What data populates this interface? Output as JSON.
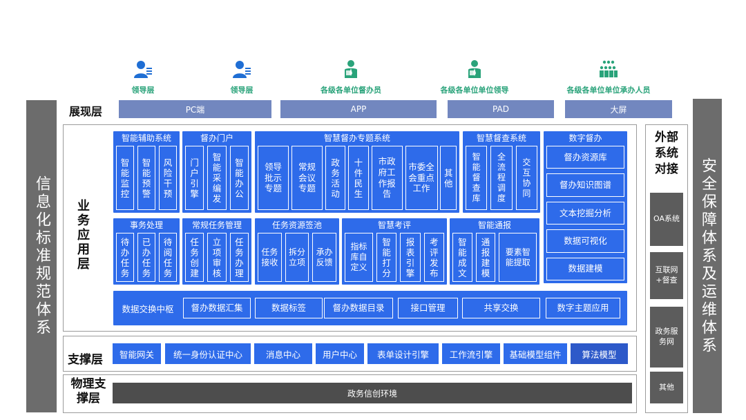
{
  "left_pillar": "信息化标准规范体系",
  "right_pillar": "安全保障体系及运维体系",
  "users": [
    {
      "icon": "leader-icon",
      "label": "领导层"
    },
    {
      "icon": "leader-icon",
      "label": "领导层"
    },
    {
      "icon": "supervisor-icon",
      "label": "各级各单位督办员"
    },
    {
      "icon": "supervisor-icon",
      "label": "各级各单位单位领导"
    },
    {
      "icon": "staff-group-icon",
      "label": "各级各单位单位承办人员"
    }
  ],
  "presentation": {
    "title": "展现层",
    "channels": [
      "PC端",
      "APP",
      "PAD",
      "大屏"
    ]
  },
  "business": {
    "title": "业务应用层",
    "groups": [
      {
        "title": "智能辅助系统",
        "items": [
          "智能监控",
          "智能预警",
          "风险干预"
        ]
      },
      {
        "title": "督办门户",
        "items": [
          "门户引擎",
          "智能采编发",
          "智能办公"
        ]
      },
      {
        "title": "智慧督办专题系统",
        "items": [
          "领导批示专题",
          "常规会议专题",
          "政务活动",
          "十件民生",
          "市政府工作报告",
          "市委全会重点工作",
          "其他"
        ]
      },
      {
        "title": "智慧督查系统",
        "items": [
          "智能督查库",
          "全流程调度",
          "交互协同"
        ]
      },
      {
        "title": "数字督办",
        "items": [
          "督办资源库",
          "督办知识图谱",
          "文本挖掘分析",
          "数据可视化",
          "数据建模"
        ]
      },
      {
        "title": "事务处理",
        "items": [
          "待办任务",
          "已办任务",
          "待阅任务"
        ]
      },
      {
        "title": "常规任务管理",
        "items": [
          "任务创建",
          "立项审核",
          "任务办理"
        ]
      },
      {
        "title": "任务资源签池",
        "items": [
          "任务接收",
          "拆分立项",
          "承办反馈"
        ]
      },
      {
        "title": "智慧考评",
        "items": [
          "指标库自定义",
          "智能打分",
          "报表引擎",
          "考评发布"
        ]
      },
      {
        "title": "智能通报",
        "items": [
          "智能成文",
          "通报建模",
          "要素智能提取"
        ]
      }
    ],
    "data_hub": {
      "label": "数据交换中枢",
      "items": [
        "督办数据汇集",
        "数据标签",
        "督办数据目录",
        "接口管理",
        "共享交换",
        "数字主题应用"
      ]
    }
  },
  "support": {
    "title": "支撑层",
    "items": [
      "智能网关",
      "统一身份认证中心",
      "消息中心",
      "用户中心",
      "表单设计引擎",
      "工作流引擎",
      "基础模型组件",
      "算法模型"
    ]
  },
  "physical": {
    "title": "物理支撑层",
    "env": "政务信创环境"
  },
  "external": {
    "title": "外部系统对接",
    "items": [
      "OA系统",
      "互联网+督查",
      "政务服务网",
      "其他"
    ]
  }
}
